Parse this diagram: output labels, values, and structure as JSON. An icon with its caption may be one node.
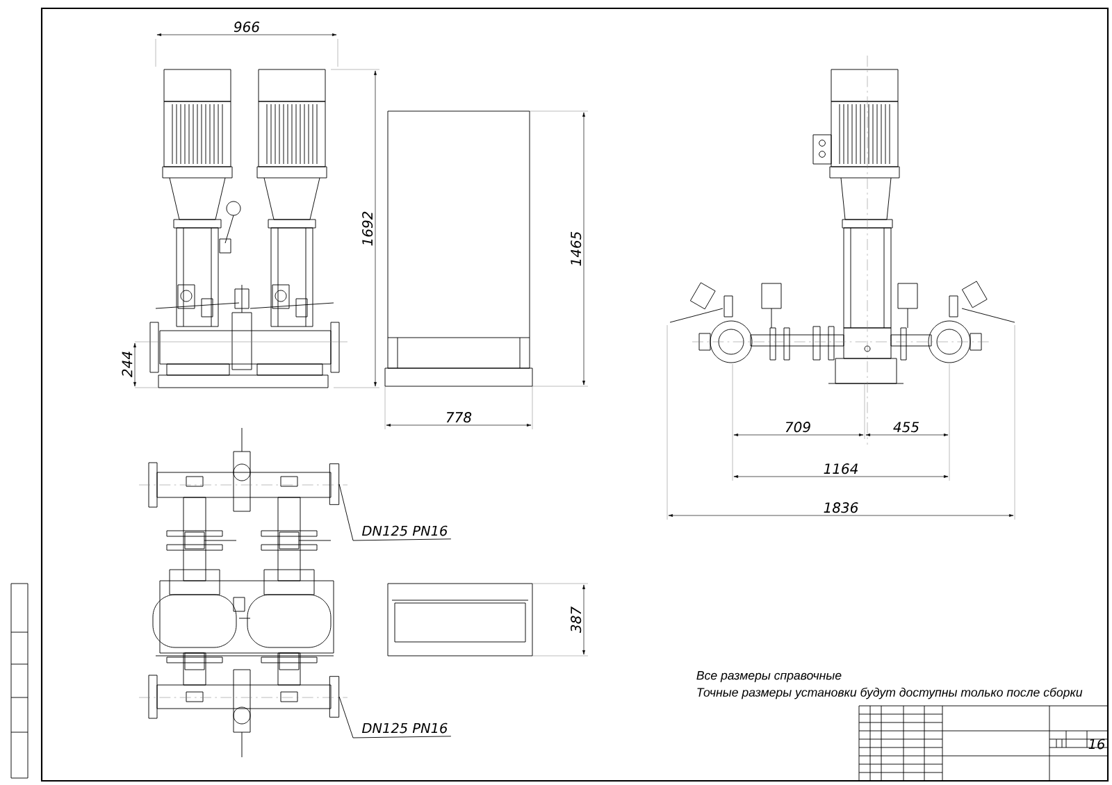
{
  "diagram": {
    "nodes": [
      {
        "text": [
          "DN125 PN16"
        ]
      },
      {
        "text": [],
        "shape": "box"
      },
      {
        "text": [
          "DN125 PN16"
        ]
      },
      {
        "text": [],
        "shape": "box"
      }
    ],
    "edges": [
      {
        "from": 0,
        "to": 1,
        "arrow": "none"
      },
      {
        "from": 2,
        "to": 3,
        "arrow": "none"
      }
    ],
    "labels": [
      "966",
      "1692",
      "1465",
      "244",
      "778",
      "709",
      "455",
      "1164",
      "1836",
      "387",
      "Все размеры справочные",
      "Точные размеры установки будут доступны только после сборки",
      "16"
    ]
  }
}
